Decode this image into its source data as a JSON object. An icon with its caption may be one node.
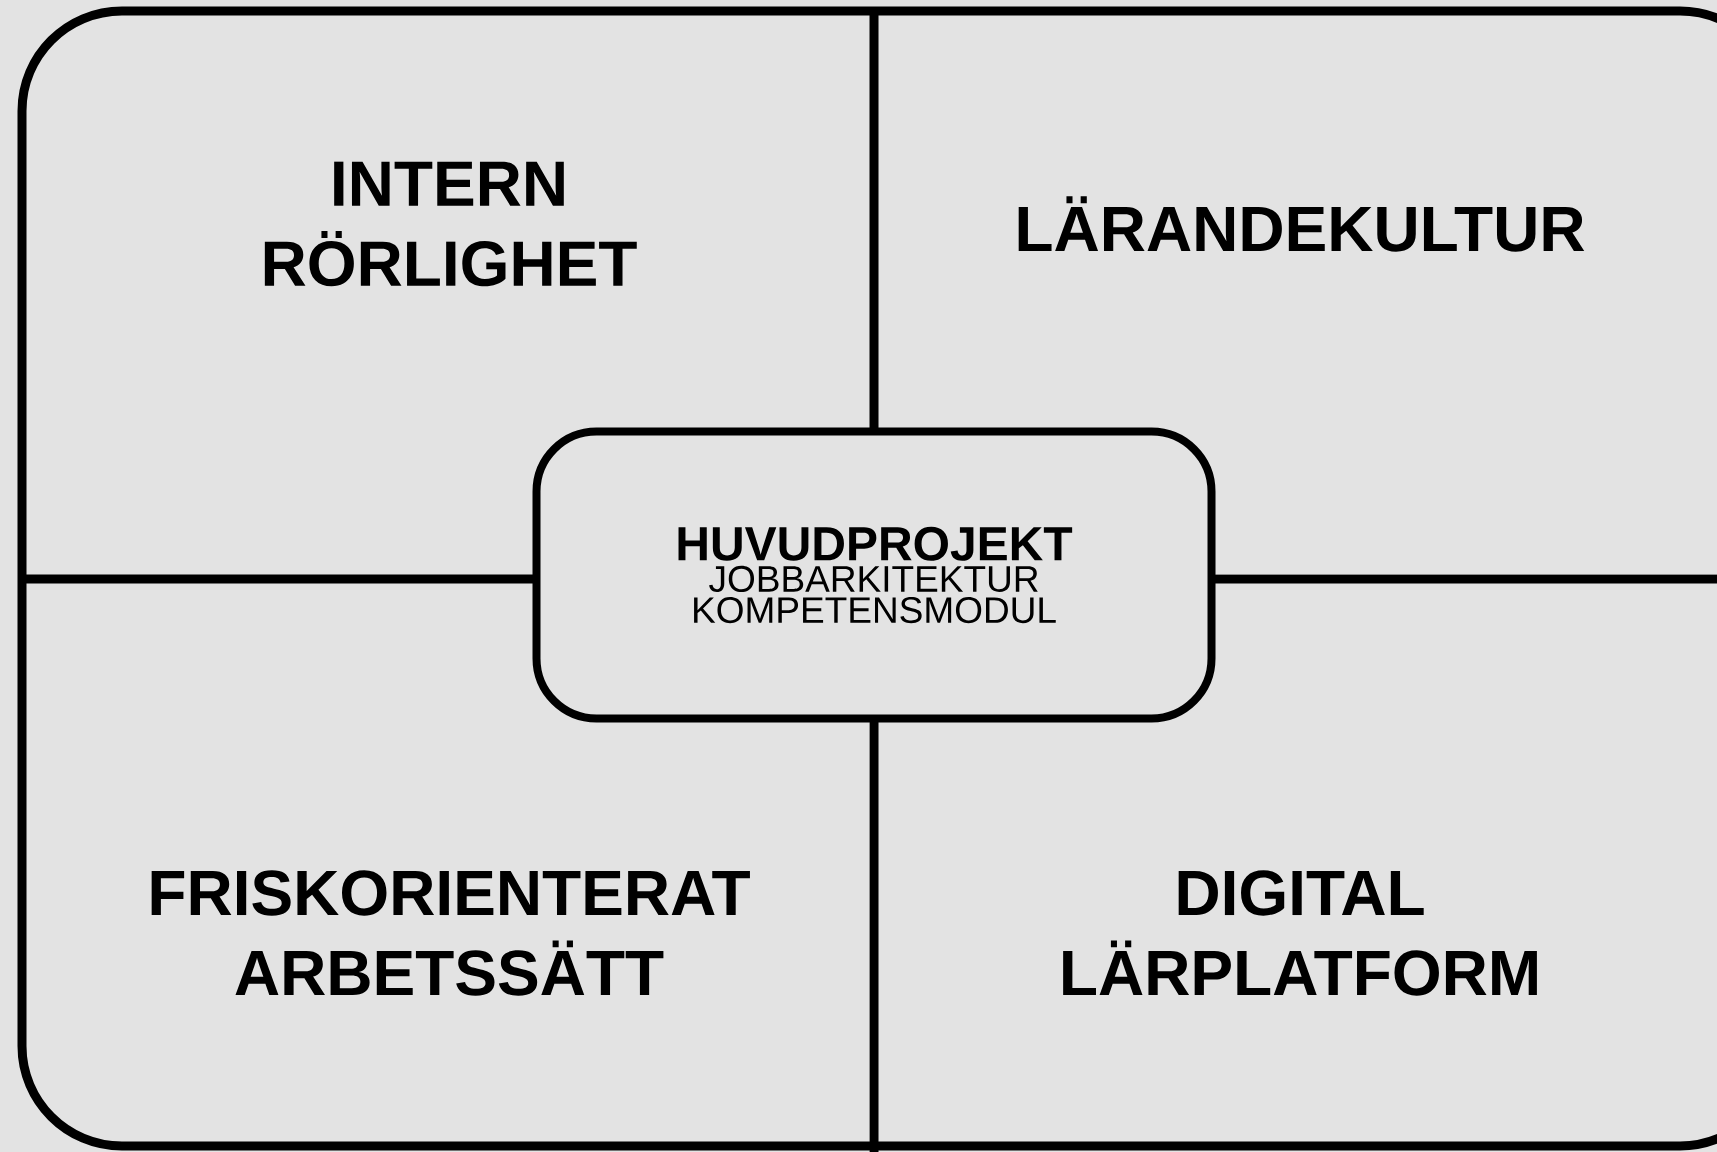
{
  "diagram": {
    "nodes": [
      {
        "text": [
          "INTERN RÖRLIGHET"
        ]
      },
      {
        "text": [
          "LÄRANDEKULTUR"
        ]
      },
      {
        "text": [
          "HUVUDPROJEKT",
          "JOBBARKITEKTUR",
          "KOMPETENSMODUL"
        ]
      },
      {
        "text": [
          "FRISKORIENTERAT ARBETSSÄTT"
        ]
      },
      {
        "text": [
          "DIGITAL LÄRPLATFORM"
        ]
      }
    ]
  }
}
